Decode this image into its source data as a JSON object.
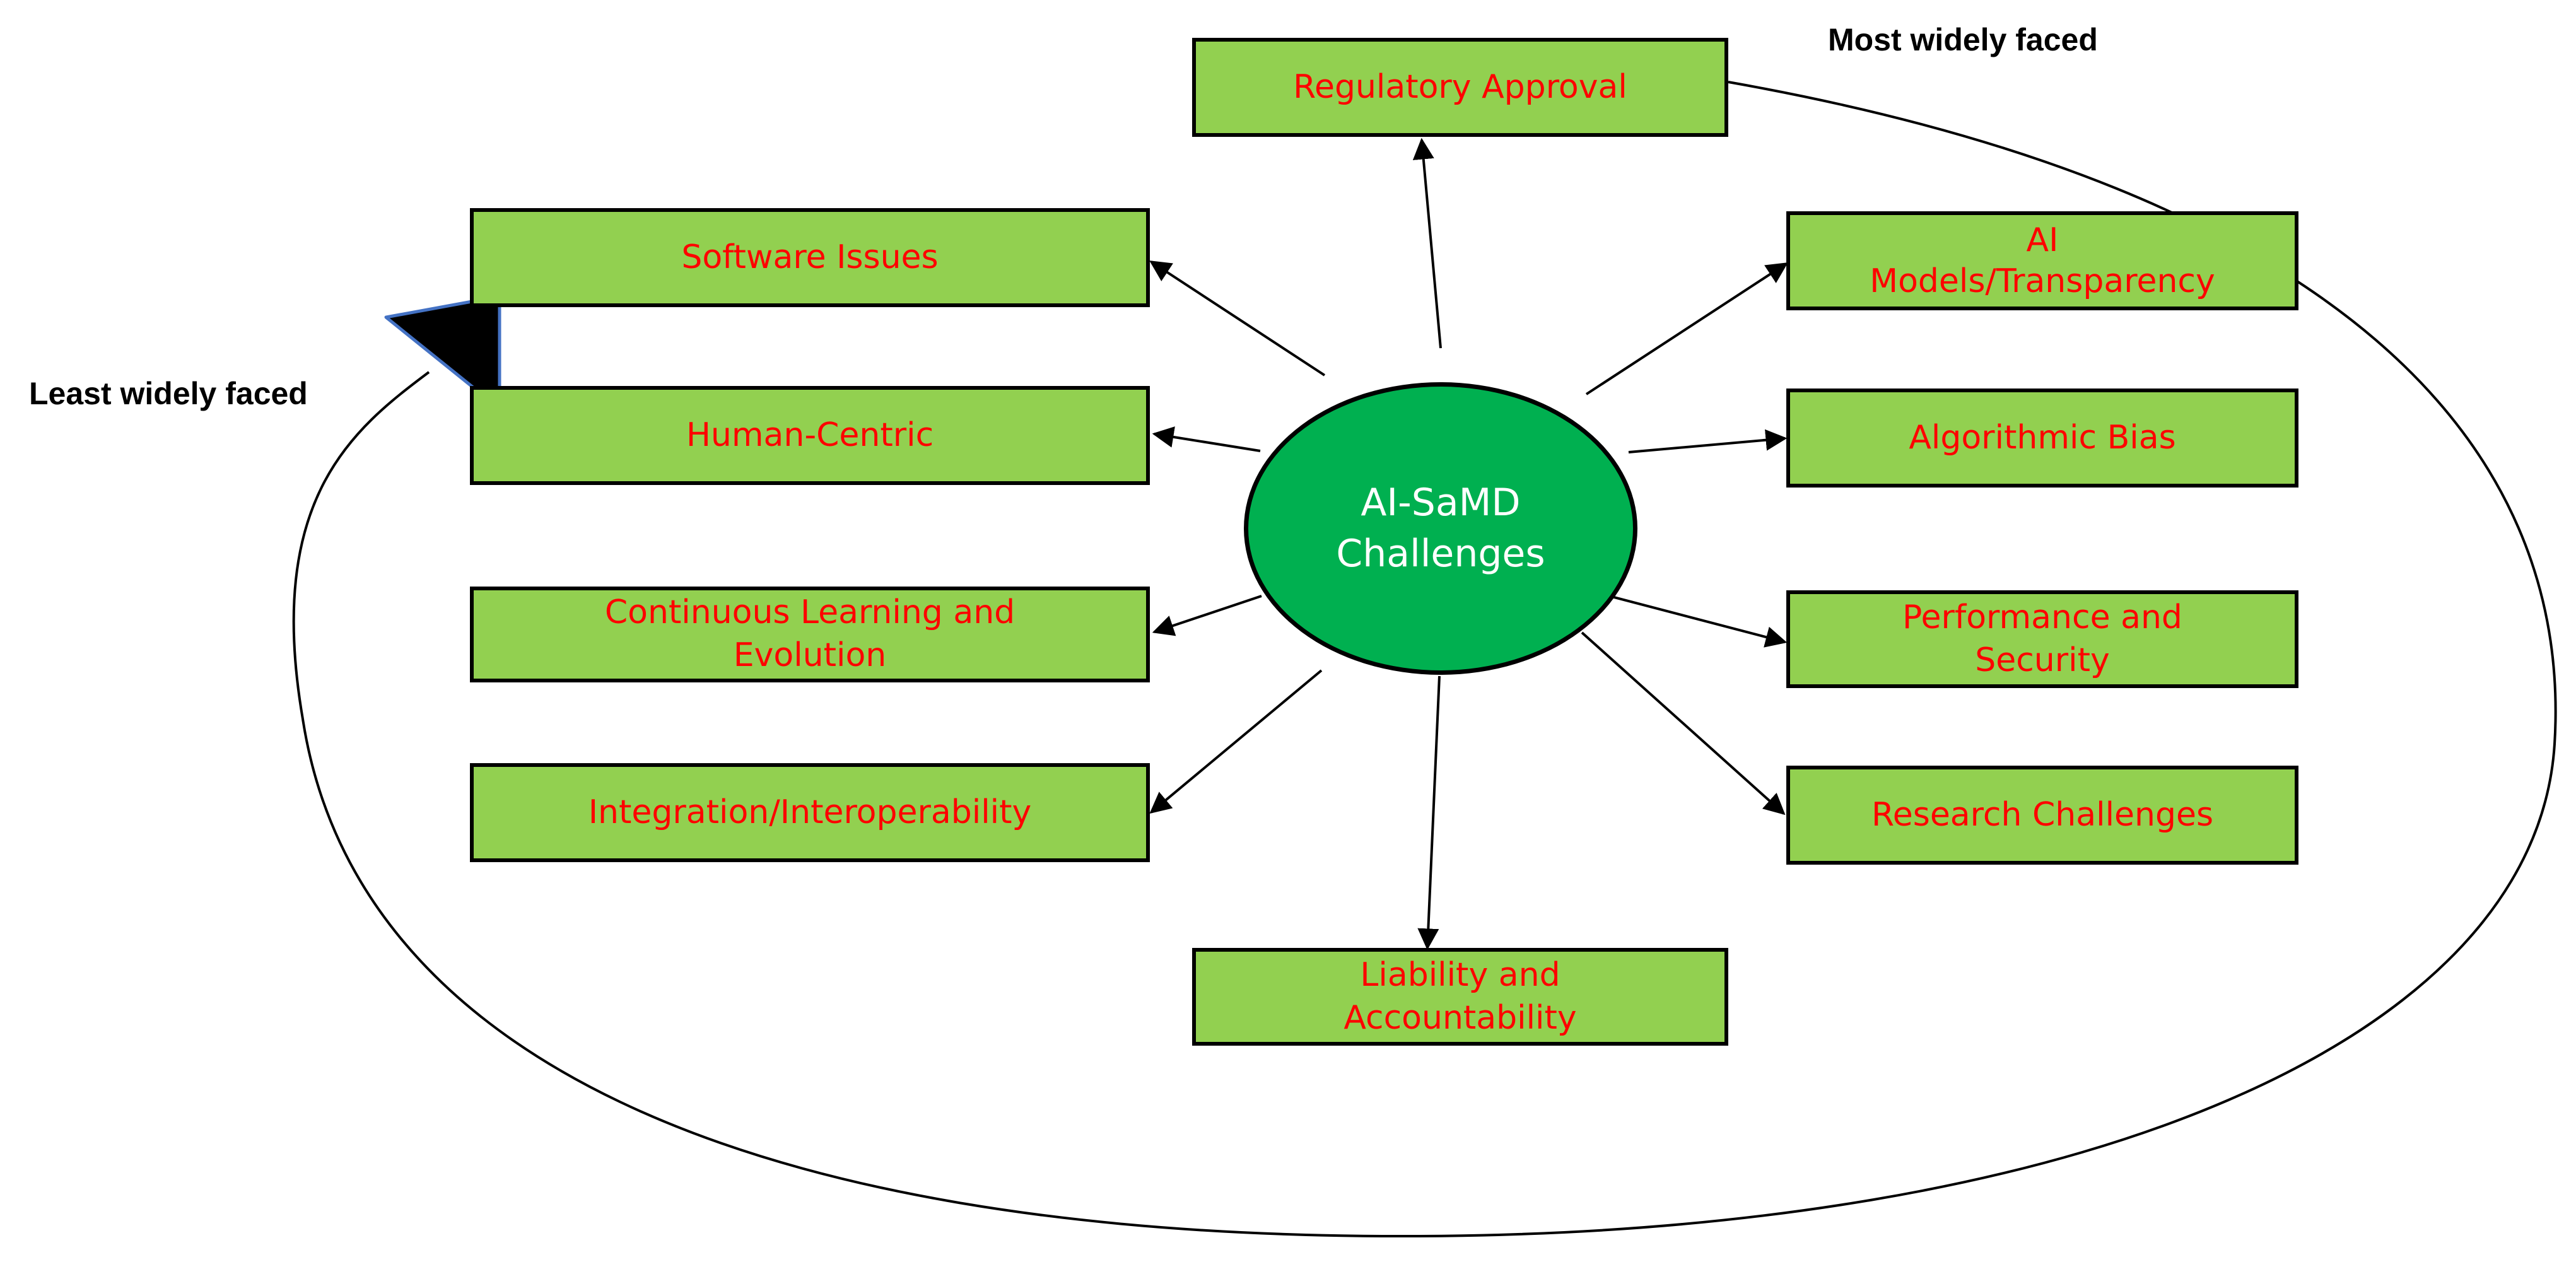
{
  "diagram": {
    "center": {
      "label": "AI-SaMD\nChallenges"
    },
    "challenges": {
      "regulatory_approval": "Regulatory Approval",
      "software_issues": "Software Issues",
      "ai_models_transparency": "AI\nModels/Transparency",
      "human_centric": "Human-Centric",
      "algorithmic_bias": "Algorithmic Bias",
      "continuous_learning": "Continuous Learning and\nEvolution",
      "performance_security": "Performance and\nSecurity",
      "integration_interoperability": "Integration/Interoperability",
      "research_challenges": "Research Challenges",
      "liability_accountability": "Liability and\nAccountability"
    },
    "scale": {
      "most": "Most widely faced",
      "least": "Least widely faced"
    }
  },
  "colors": {
    "box_fill": "#92d050",
    "box_text": "#ff0000",
    "hub_fill": "#00b050",
    "hub_text": "#ffffff",
    "outline": "#000000"
  }
}
